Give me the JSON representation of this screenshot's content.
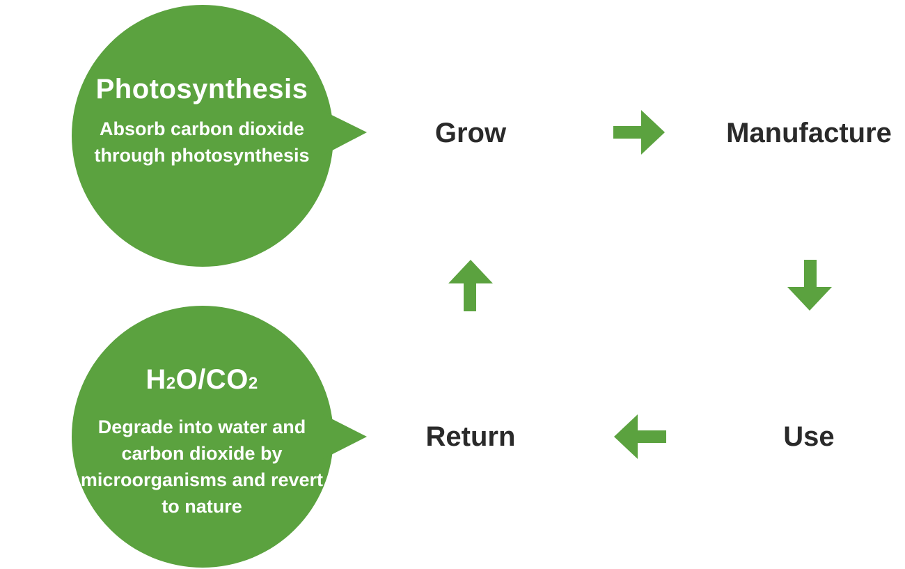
{
  "colors": {
    "accent": "#5ba23f",
    "stage_text": "#2a2a2a",
    "bubble_text": "#ffffff"
  },
  "bubbles": {
    "photosynthesis": {
      "title": "Photosynthesis",
      "description": "Absorb carbon dioxide through photosynthesis"
    },
    "degradation": {
      "title_parts": [
        "H",
        "2",
        "O/CO",
        "2"
      ],
      "description": "Degrade into water and carbon dioxide by microorganisms and revert to nature"
    }
  },
  "stages": {
    "grow": "Grow",
    "manufacture": "Manufacture",
    "use": "Use",
    "return": "Return"
  },
  "icons": {
    "grow_to_manufacture": "arrow-right-icon",
    "manufacture_to_use": "arrow-down-icon",
    "use_to_return": "arrow-left-icon",
    "return_to_grow": "arrow-up-icon"
  }
}
